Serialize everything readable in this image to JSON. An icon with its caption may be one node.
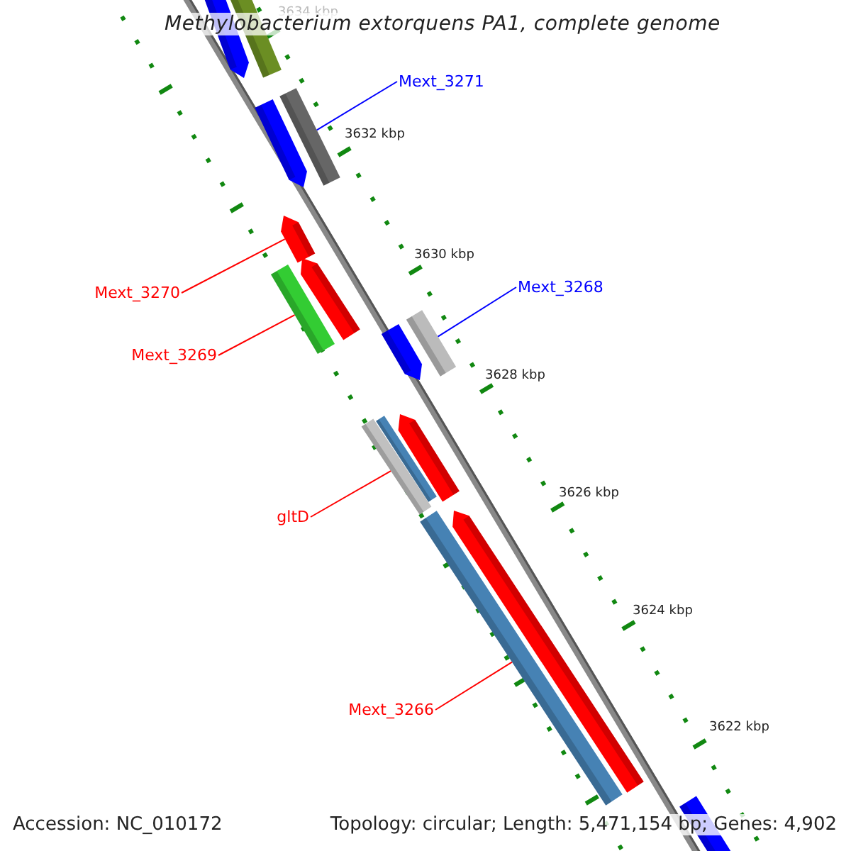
{
  "diagram": {
    "title": "Methylobacterium extorquens PA1, complete genome",
    "nodes": [
      {
        "text": [],
        "shape": "arrow"
      },
      {
        "text": [],
        "shape": "arrow"
      },
      {
        "text": [
          "Mext_3271"
        ]
      },
      {
        "text": [],
        "shape": "arrow"
      },
      {
        "text": [],
        "shape": "arrow"
      },
      {
        "text": [],
        "shape": "arrow"
      },
      {
        "text": [],
        "shape": "arrow"
      },
      {
        "text": [],
        "shape": "arrow"
      },
      {
        "text": [
          "Mext_3268"
        ]
      },
      {
        "text": [
          "Mext_3270"
        ]
      },
      {
        "text": [],
        "shape": "arrow"
      },
      {
        "text": [],
        "shape": "arrow"
      },
      {
        "text": [
          "Mext_3269"
        ]
      },
      {
        "text": [],
        "shape": "arrow"
      },
      {
        "text": [],
        "shape": "arrow"
      },
      {
        "text": [],
        "shape": "arrow"
      },
      {
        "text": [
          "gltD"
        ]
      },
      {
        "text": [],
        "shape": "arrow"
      },
      {
        "text": [],
        "shape": "arrow"
      },
      {
        "text": [
          "Mext_3266"
        ]
      },
      {
        "text": [],
        "shape": "arrow"
      }
    ],
    "edges": [
      {
        "from": 2,
        "to": 3,
        "arrow": "none",
        "color": "#0000ff"
      },
      {
        "from": 9,
        "to": 5,
        "arrow": "none"
      },
      {
        "from": 12,
        "to": 7,
        "arrow": "none"
      },
      {
        "from": 8,
        "to": 10,
        "arrow": "none",
        "color": "#0000ff"
      },
      {
        "from": 16,
        "to": 15,
        "arrow": "none"
      },
      {
        "from": 19,
        "to": 18,
        "arrow": "none"
      }
    ],
    "labels": [
      "3634 kbp",
      "3632 kbp",
      "3630 kbp",
      "3628 kbp",
      "3626 kbp",
      "3624 kbp",
      "3622 kbp",
      "Accession: NC_010172",
      "Topology: circular; Length: 5,471,154 bp; Genes: 4,902"
    ]
  }
}
